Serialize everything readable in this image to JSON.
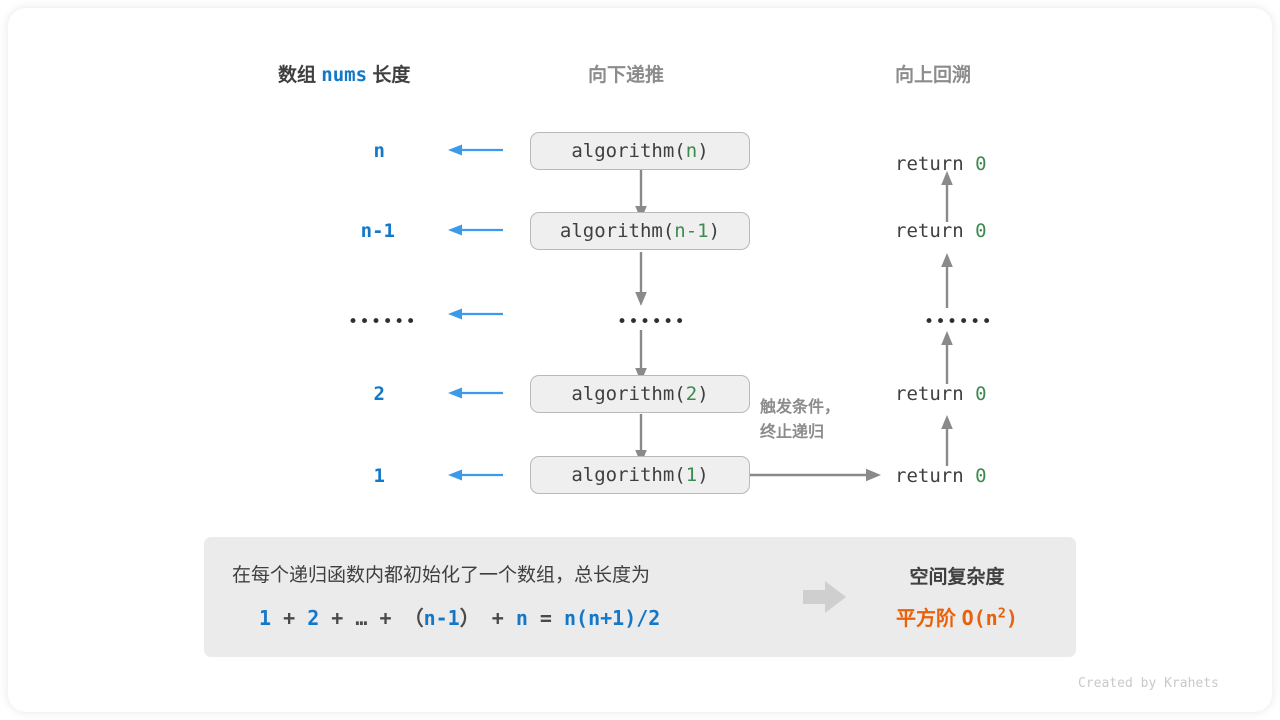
{
  "headers": {
    "left_prefix": "数组",
    "left_code": "nums",
    "left_suffix": "长度",
    "middle": "向下递推",
    "right": "向上回溯"
  },
  "rows": [
    {
      "length": "n",
      "call_prefix": "algorithm(",
      "call_arg": "n",
      "call_suffix": ")",
      "return_text": "return",
      "return_value": "0"
    },
    {
      "length": "n-1",
      "call_prefix": "algorithm(",
      "call_arg": "n-1",
      "call_suffix": ")",
      "return_text": "return",
      "return_value": "0"
    },
    {
      "length": "••••••",
      "call_prefix": "",
      "call_arg": "",
      "call_suffix": "",
      "return_text": "",
      "return_value": "",
      "ellipsis": "••••••"
    },
    {
      "length": "2",
      "call_prefix": "algorithm(",
      "call_arg": "2",
      "call_suffix": ")",
      "return_text": "return",
      "return_value": "0"
    },
    {
      "length": "1",
      "call_prefix": "algorithm(",
      "call_arg": "1",
      "call_suffix": ")",
      "return_text": "return",
      "return_value": "0"
    }
  ],
  "note": {
    "line1": "触发条件，",
    "line2": "终止递归"
  },
  "summary": {
    "text": "在每个递归函数内都初始化了一个数组，总长度为",
    "formula": {
      "t1": "1",
      "op1": "+",
      "t2": "2",
      "op2": "+",
      "t3": "…",
      "op3": "+",
      "lp": "（",
      "t4": "n-1",
      "rp": "）",
      "op4": "+",
      "t5": "n",
      "eq": "=",
      "t6": "n(n+1)/2"
    },
    "result_label": "空间复杂度",
    "result_order": "平方阶",
    "result_bigo_prefix": "O(n",
    "result_bigo_exp": "2",
    "result_bigo_suffix": ")"
  },
  "credit": "Created by Krahets",
  "colors": {
    "blue": "#1478c8",
    "green": "#3d8a4f",
    "orange": "#e8620c",
    "gray": "#8c8c8c",
    "dark": "#3f3f3f",
    "panel_bg": "#ebebeb",
    "box_bg": "#efefef",
    "arrow_gray": "#8a8a8a",
    "arrow_blue": "#3c9ae8"
  }
}
